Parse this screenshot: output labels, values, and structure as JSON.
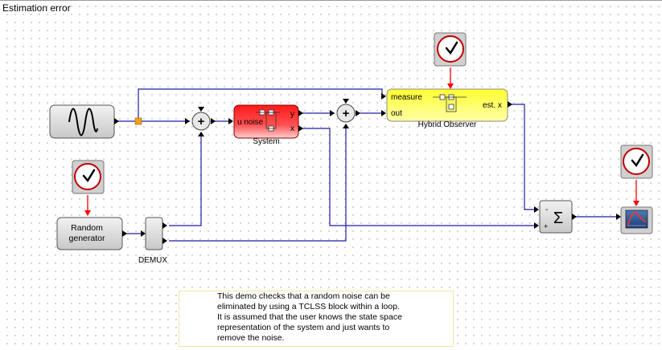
{
  "diagram": {
    "title": "Estimation error",
    "blocks": {
      "system": {
        "label": "System",
        "input_label": "u noise",
        "output_y": "y",
        "output_x": "x"
      },
      "observer": {
        "label": "Hybrid Observer",
        "input_measure": "measure",
        "input_out": "out",
        "output_label": "est. x"
      },
      "random_generator": {
        "line1": "Random",
        "line2": "generator"
      },
      "demux": {
        "label": "DEMUX"
      },
      "sum": {
        "symbol": "Σ",
        "minus": "-",
        "plus": "+"
      },
      "adder_symbol": "+"
    },
    "note": "This demo checks that a random noise can be\neliminated by using a TCLSS block within a loop.\nIt is assumed that the user knows the state space\nrepresentation of the system and just wants to\nremove the noise.",
    "colors": {
      "link": "#1f1fa0",
      "event_link": "#ff0000",
      "system_fill": "#ff3030",
      "observer_fill": "#ffff40",
      "block_fill": "#d8d8d8",
      "clock_border": "#c00000",
      "split_point": "#f0a020"
    }
  }
}
